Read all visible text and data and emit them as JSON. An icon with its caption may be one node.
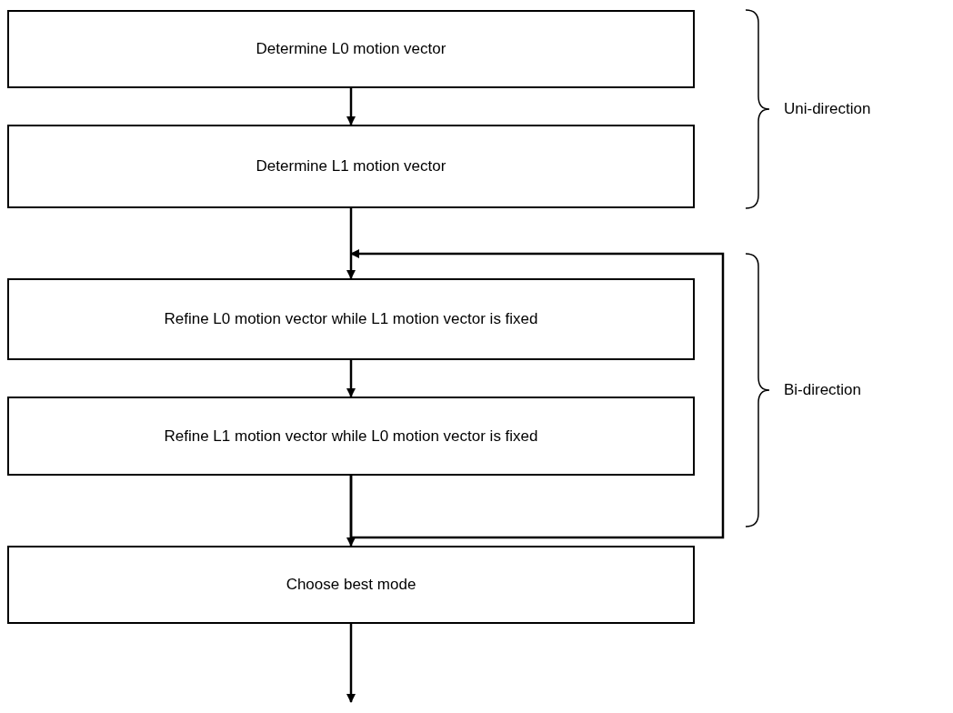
{
  "diagram": {
    "nodes": [
      {
        "text": [
          "Determine L0 motion vector"
        ]
      },
      {
        "text": [
          "Determine L1 motion vector"
        ]
      },
      {
        "text": [
          "Refine L0 motion vector while L1 motion vector is fixed"
        ]
      },
      {
        "text": [
          "Refine L1 motion vector while L0 motion vector is fixed"
        ]
      },
      {
        "text": [
          "Choose best mode"
        ]
      }
    ],
    "edges": [
      {
        "from": 0,
        "to": 1,
        "arrow": "to"
      },
      {
        "from": 1,
        "to": 2,
        "arrow": "to"
      },
      {
        "from": 2,
        "to": 3,
        "arrow": "to"
      },
      {
        "from": 3,
        "to": 2,
        "arrow": "to"
      },
      {
        "from": 3,
        "to": 4,
        "arrow": "to"
      },
      {
        "from": 4,
        "to": null,
        "arrow": "to"
      }
    ],
    "labels": [
      "Uni-direction",
      "Bi-direction"
    ]
  }
}
